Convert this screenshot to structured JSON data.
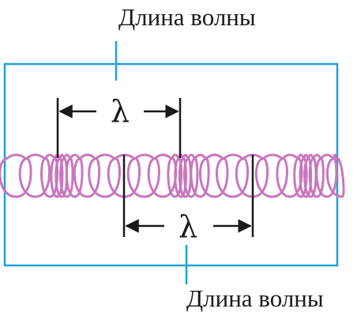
{
  "labels": {
    "top": "Длина волны",
    "bottom": "Длина волны"
  },
  "symbols": {
    "wavelength_top": "λ",
    "wavelength_bottom": "λ"
  },
  "colors": {
    "frame": "#1ea2d8",
    "spring": "#c877bd",
    "ink": "#1a1a1a"
  }
}
